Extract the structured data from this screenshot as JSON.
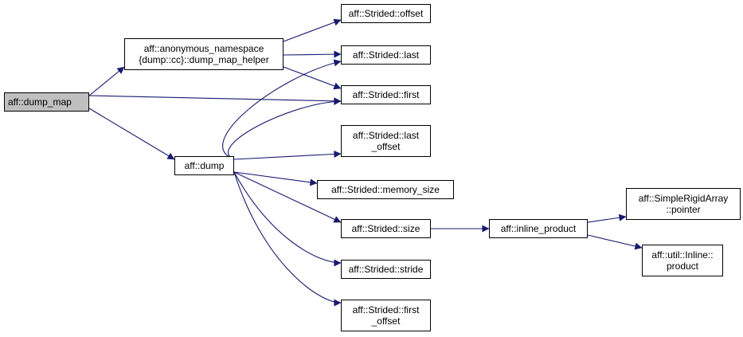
{
  "graph": {
    "edge_color": "#191970",
    "root_fill": "#bfbfbf",
    "nodes": {
      "dump_map": [
        "aff::dump_map"
      ],
      "dump_map_helper": [
        "aff::anonymous_namespace",
        "{dump::cc}::dump_map_helper"
      ],
      "dump": [
        "aff::dump"
      ],
      "offset": [
        "aff::Strided::offset"
      ],
      "last": [
        "aff::Strided::last"
      ],
      "first": [
        "aff::Strided::first"
      ],
      "last_offset": [
        "aff::Strided::last",
        "_offset"
      ],
      "memory_size": [
        "aff::Strided::memory_size"
      ],
      "size": [
        "aff::Strided::size"
      ],
      "stride": [
        "aff::Strided::stride"
      ],
      "first_offset": [
        "aff::Strided::first",
        "_offset"
      ],
      "inline_product": [
        "aff::inline_product"
      ],
      "pointer": [
        "aff::SimpleRigidArray",
        "::pointer"
      ],
      "product": [
        "aff::util::Inline::",
        "product"
      ]
    },
    "edges": [
      [
        "dump_map",
        "dump_map_helper"
      ],
      [
        "dump_map",
        "first"
      ],
      [
        "dump_map",
        "dump"
      ],
      [
        "dump_map_helper",
        "offset"
      ],
      [
        "dump_map_helper",
        "last"
      ],
      [
        "dump_map_helper",
        "first"
      ],
      [
        "dump",
        "last"
      ],
      [
        "dump",
        "first"
      ],
      [
        "dump",
        "last_offset"
      ],
      [
        "dump",
        "memory_size"
      ],
      [
        "dump",
        "size"
      ],
      [
        "dump",
        "stride"
      ],
      [
        "dump",
        "first_offset"
      ],
      [
        "size",
        "inline_product"
      ],
      [
        "inline_product",
        "pointer"
      ],
      [
        "inline_product",
        "product"
      ]
    ]
  }
}
